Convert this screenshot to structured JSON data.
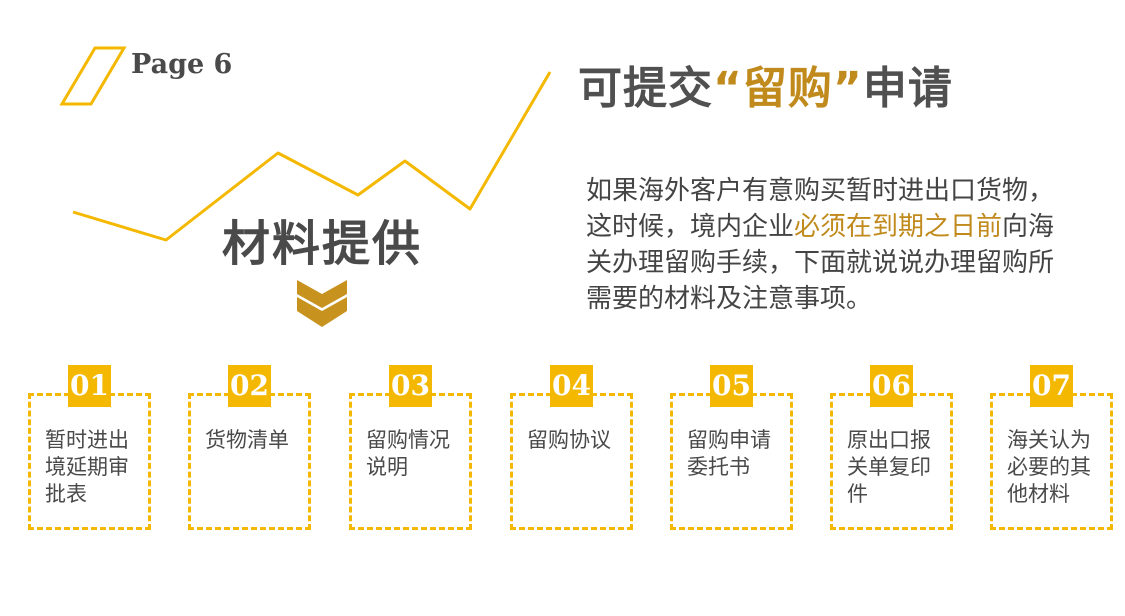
{
  "header": {
    "page_label": "Page 6"
  },
  "title": {
    "before": "可提交",
    "highlight": "“留购”",
    "after": "申请"
  },
  "section_heading": "材料提供",
  "description": {
    "part1": "如果海外客户有意购买暂时进出口货物，这时候，境内企业",
    "highlight": "必须在到期之日前",
    "part2": "向海关办理留购手续，下面就说说办理留购所需要的材料及注意事项。"
  },
  "items": [
    {
      "num": "01",
      "text": "暂时进出境延期审批表"
    },
    {
      "num": "02",
      "text": "货物清单"
    },
    {
      "num": "03",
      "text": "留购情况说明"
    },
    {
      "num": "04",
      "text": "留购协议"
    },
    {
      "num": "05",
      "text": "留购申请委托书"
    },
    {
      "num": "06",
      "text": "原出口报关单复印件"
    },
    {
      "num": "07",
      "text": "海关认为必要的其他材料"
    }
  ],
  "colors": {
    "accent": "#f4b800",
    "highlight": "#c08a1c",
    "arrow": "#c8921f",
    "text": "#4a4a4a"
  },
  "icons": {
    "corner": "parallelogram-outline-icon",
    "arrow": "double-chevron-down-icon"
  }
}
